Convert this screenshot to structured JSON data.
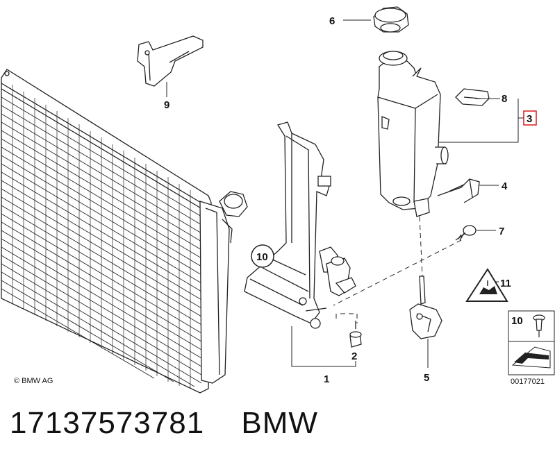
{
  "diagram": {
    "callouts": [
      "1",
      "2",
      "3",
      "4",
      "5",
      "6",
      "7",
      "8",
      "9",
      "10",
      "11"
    ],
    "circled_callout": "10",
    "legend_number": "10",
    "highlight_color": "#d7191c",
    "copyright": "© BMW AG",
    "drawing_id": "00177021"
  },
  "footer": {
    "part_number": "17137573781",
    "brand": "BMW"
  }
}
